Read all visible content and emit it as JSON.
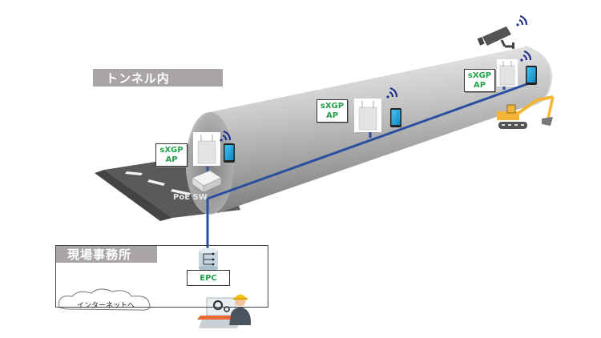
{
  "labels": {
    "tunnel_title": "トンネル内",
    "office_title": "現場事務所",
    "poe_switch": "PoE SW",
    "epc": "EPC",
    "internet": "インターネットへ"
  },
  "access_points": [
    {
      "line1": "sXGP",
      "line2": "AP"
    },
    {
      "line1": "sXGP",
      "line2": "AP"
    },
    {
      "line1": "sXGP",
      "line2": "AP"
    }
  ],
  "colors": {
    "cable": "#2b4fa0",
    "label_bg": "#a9a5a5",
    "ap_text": "#22a24a",
    "wifi": "#1d2f8a",
    "phone": "#1aa3dc",
    "excavator": "#f2b53a",
    "road": "#555555"
  }
}
